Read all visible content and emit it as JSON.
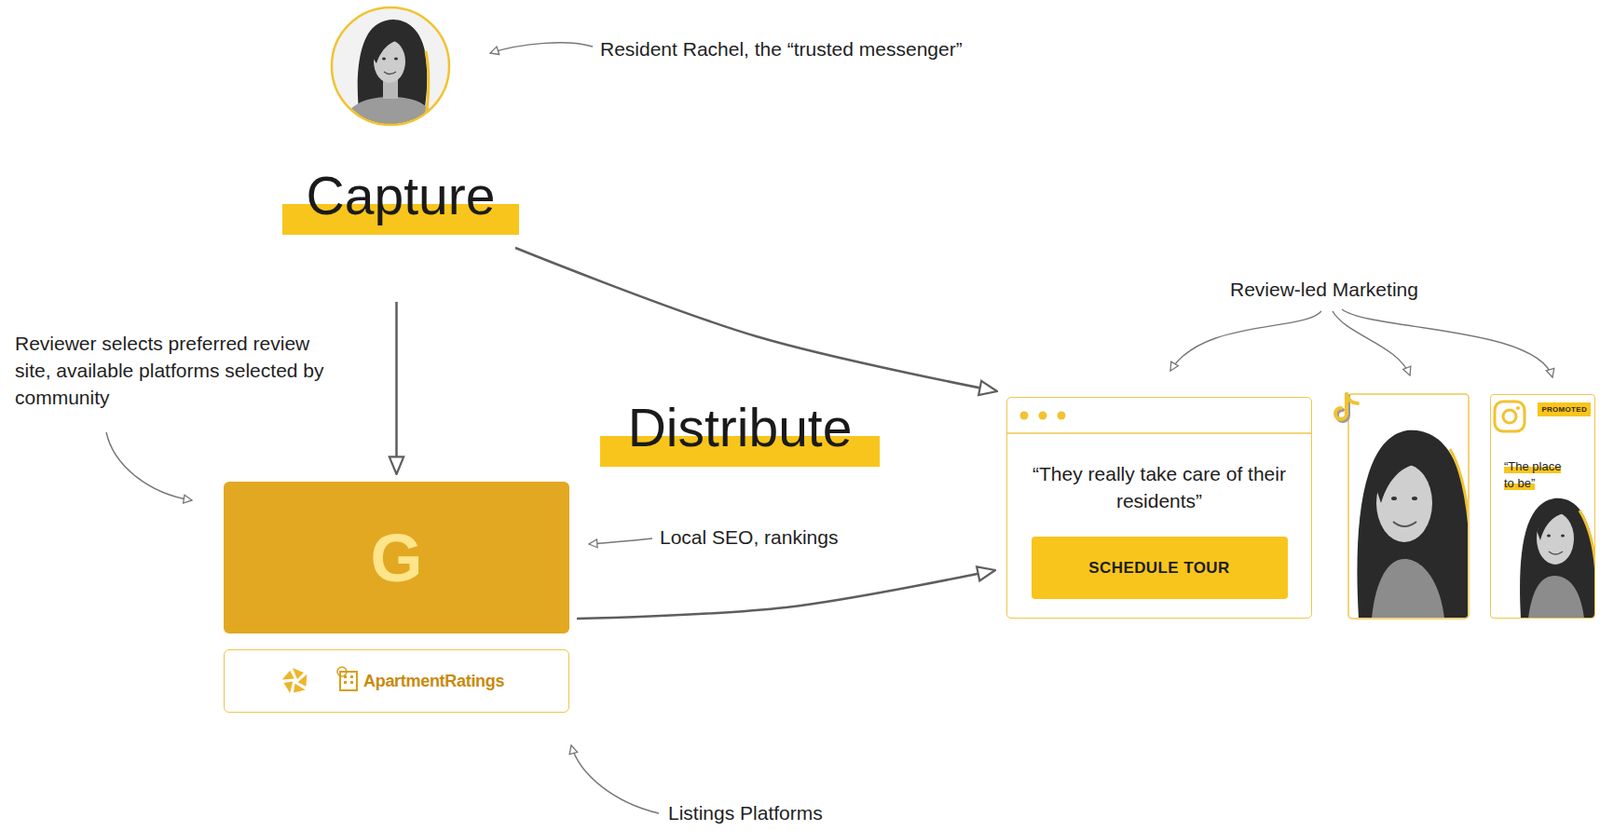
{
  "diagram": {
    "nodes": [
      {
        "text": [
          "Capture"
        ]
      },
      {
        "text": [
          "Distribute"
        ]
      },
      {
        "text": [
          "G"
        ]
      },
      {
        "text": [
          "ApartmentRatings"
        ]
      },
      {
        "text": [
          "“They really take care of their residents”"
        ]
      },
      {
        "text": [
          "SCHEDULE TOUR"
        ],
        "in": 4
      },
      {
        "text": [
          "PROMOTED",
          "“The place to be”"
        ]
      }
    ],
    "edges": [
      {
        "from": 0,
        "to": 4,
        "arrow": "to"
      },
      {
        "from": 0,
        "to": 2,
        "arrow": "to"
      },
      {
        "from": 2,
        "to": 4,
        "arrow": "to"
      }
    ],
    "labels": [
      "Resident Rachel, the “trusted messenger”",
      "Reviewer selects preferred review site, available platforms selected by community",
      "Local SEO, rankings",
      "Review-led Marketing",
      "Listings Platforms"
    ]
  }
}
